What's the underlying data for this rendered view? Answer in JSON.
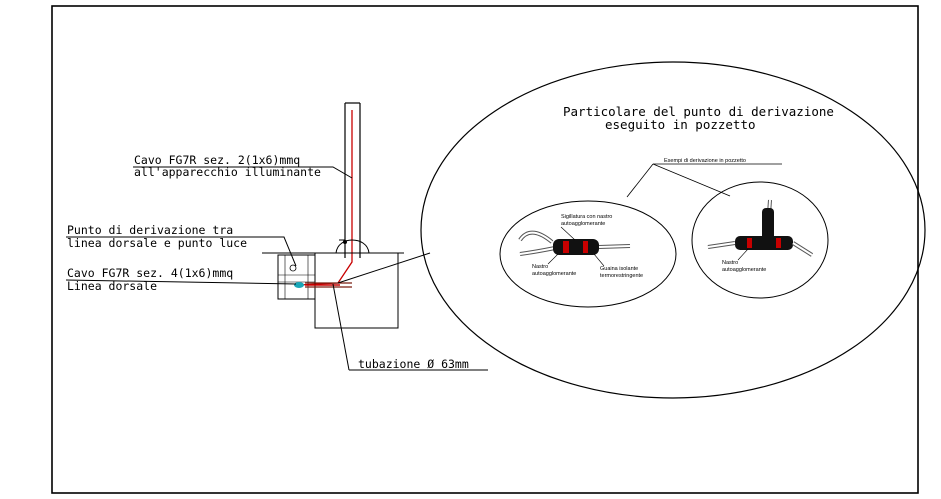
{
  "labels": {
    "cable_lamp_line1": "Cavo FG7R sez. 2(1x6)mmq",
    "cable_lamp_line2": "all'apparecchio illuminante",
    "junction_line1": "Punto di derivazione tra",
    "junction_line2": "linea dorsale e punto luce",
    "cable_backbone_line1": "Cavo FG7R sez. 4(1x6)mmq",
    "cable_backbone_line2": "Linea dorsale",
    "conduit": "tubazione Ø 63mm"
  },
  "detail": {
    "title_line1": "Particolare del punto di derivazione",
    "title_line2": "eseguito in pozzetto",
    "examples_label": "Esempi di derivazione in pozzetto",
    "left_example": {
      "sealing_line1": "Sigillatura con nastro",
      "sealing_line2": "autoagglomerante",
      "tape_line1": "Nastro",
      "tape_line2": "autoagglomerante",
      "sheath_line1": "Guaina isolante",
      "sheath_line2": "termorestringente"
    },
    "right_example": {
      "tape_line1": "Nastro",
      "tape_line2": "autoagglomerante"
    }
  },
  "colors": {
    "cable_red": "#c80000",
    "conduit_brown": "#7a1f10",
    "joint_cyan": "#1aa7b8",
    "line": "#000000"
  }
}
